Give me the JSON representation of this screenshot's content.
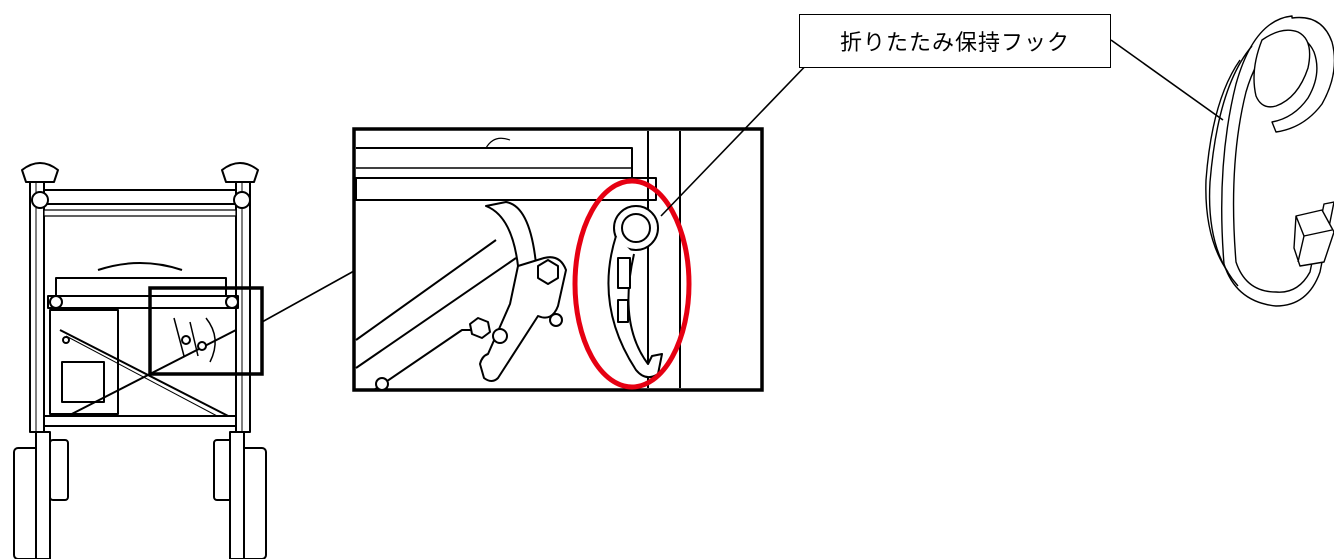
{
  "callout": {
    "label": "折りたたみ保持フック"
  },
  "colors": {
    "line": "#000000",
    "highlight": "#e60012",
    "fill": "#ffffff",
    "shade": "#e8e8e8"
  },
  "icons": [
    "walker-front-view",
    "zoom-detail",
    "hook-part"
  ]
}
